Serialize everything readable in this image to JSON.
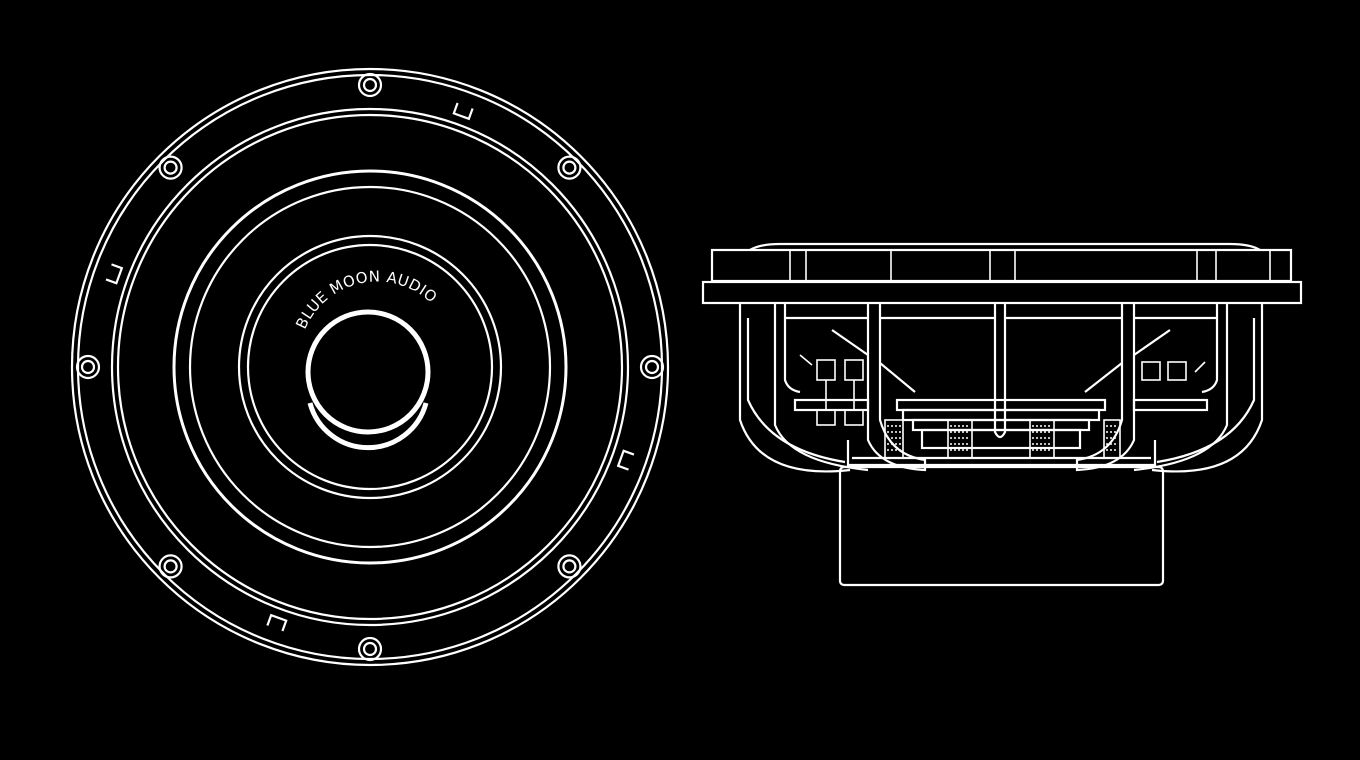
{
  "logo": {
    "text": "BLUE MOON AUDIO"
  },
  "colors": {
    "background": "#000000",
    "line": "#ffffff"
  },
  "views": [
    "front-view",
    "side-view"
  ]
}
